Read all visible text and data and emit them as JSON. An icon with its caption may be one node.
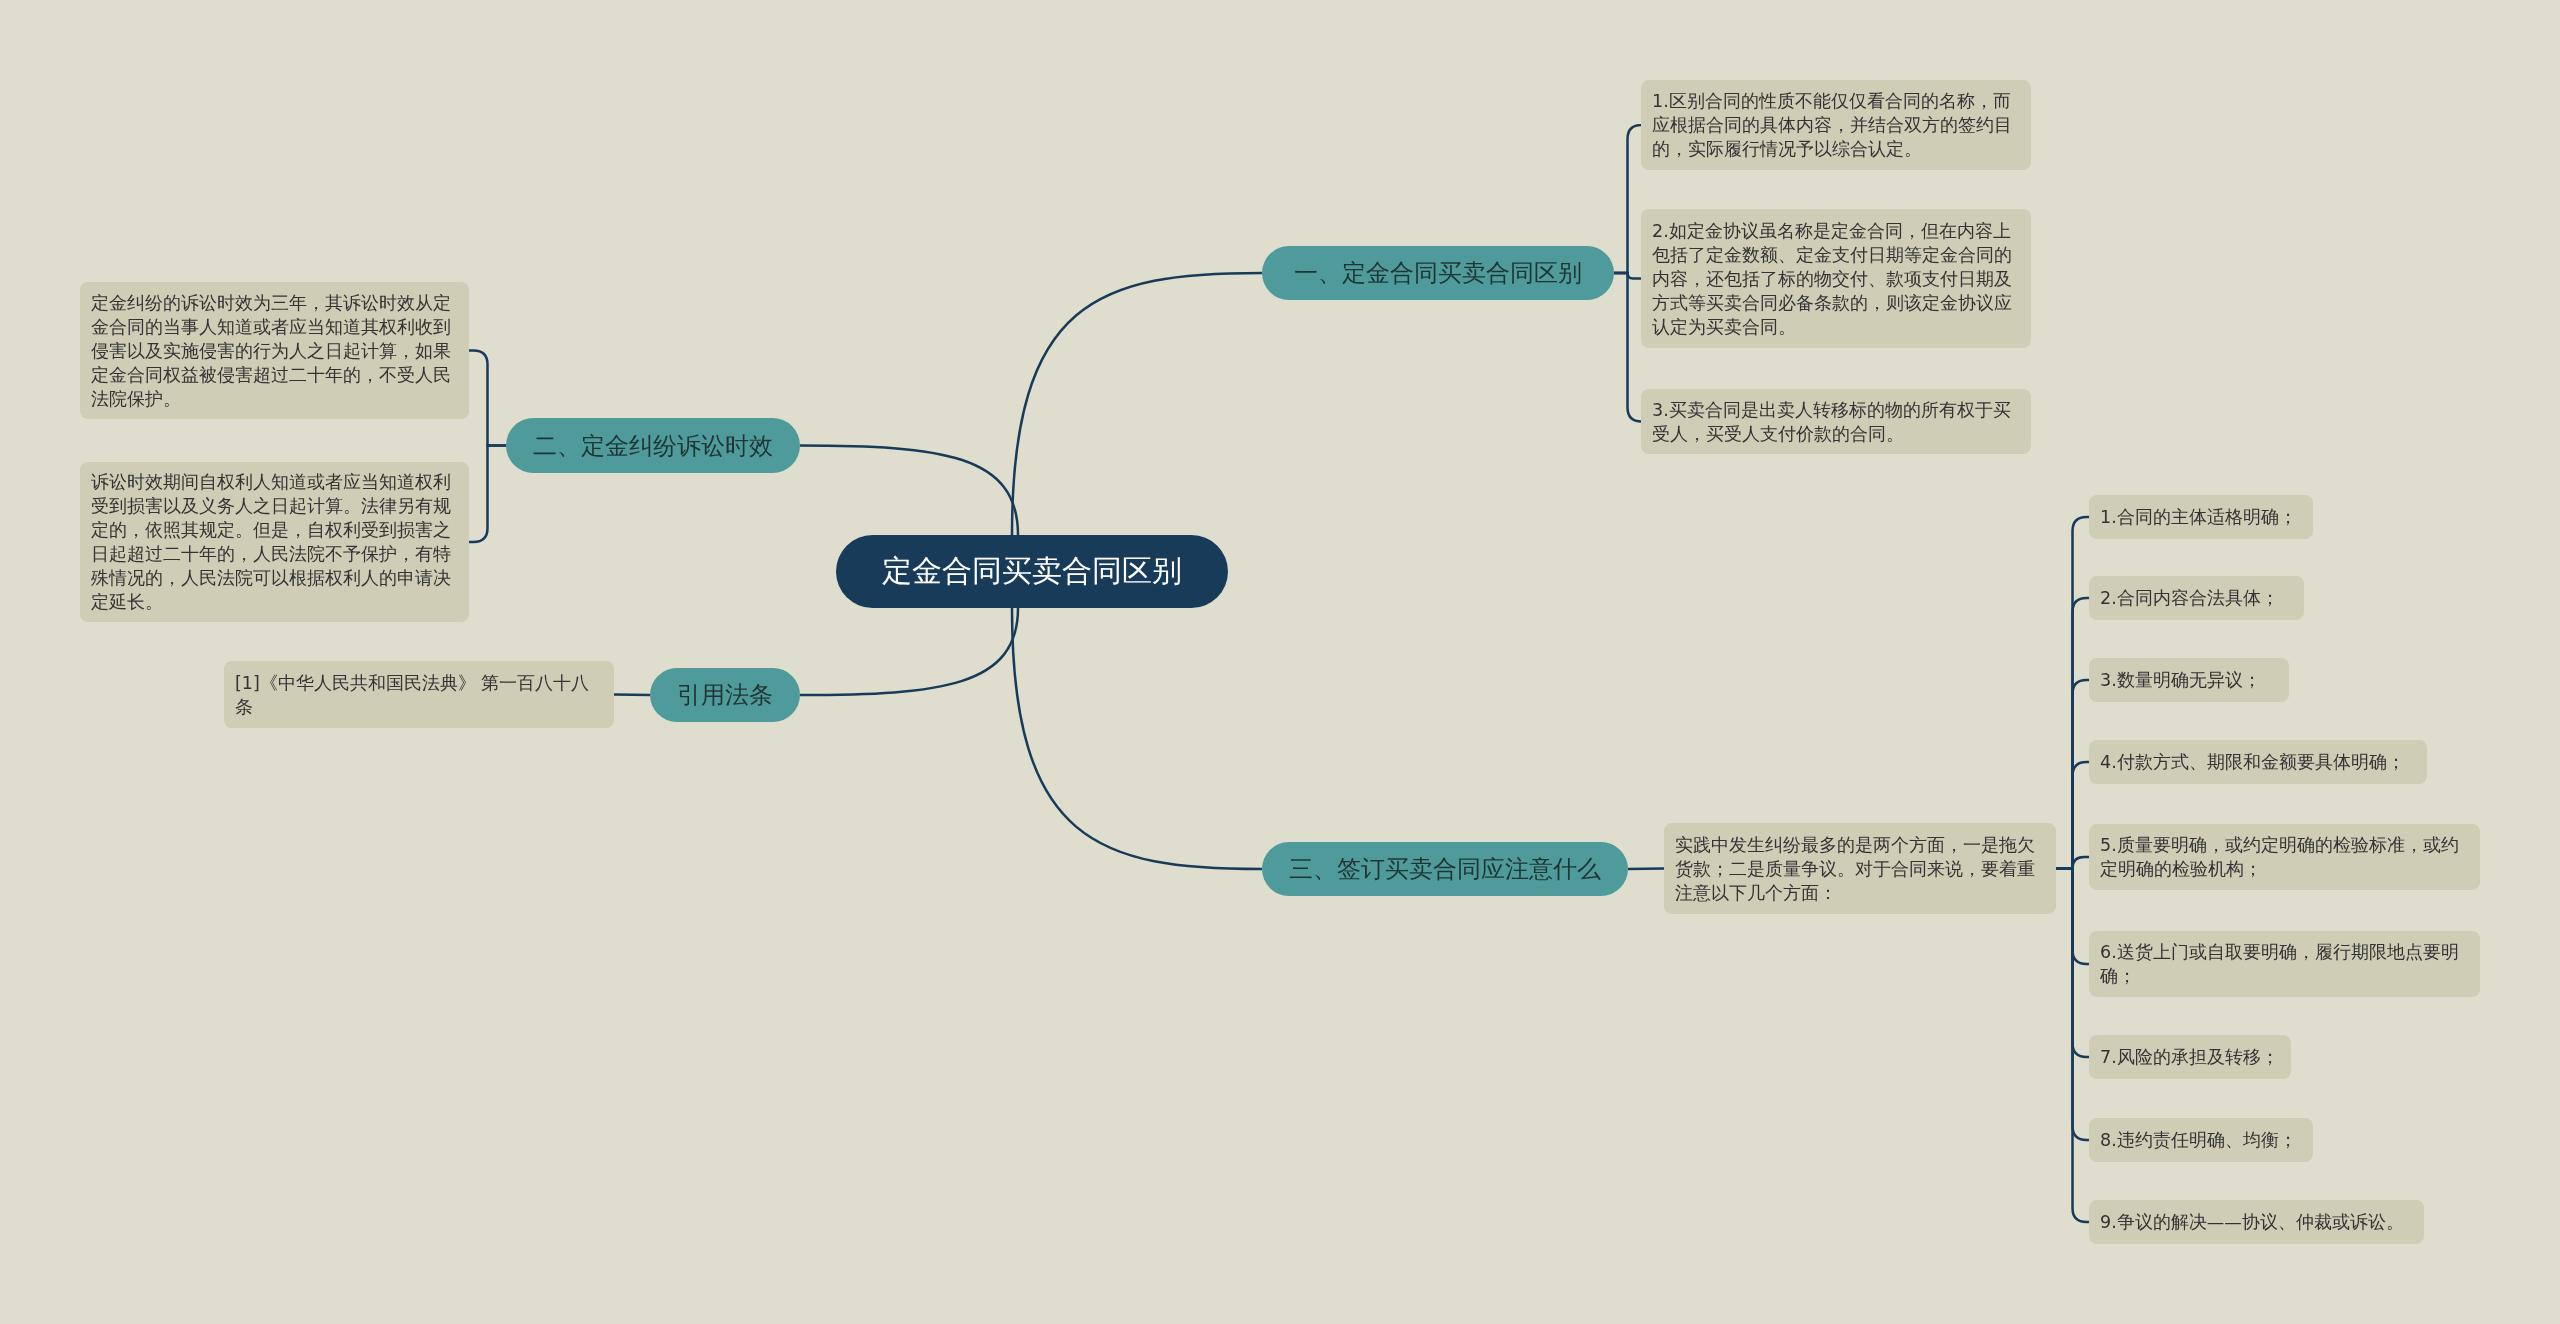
{
  "diagram": {
    "nodes": [
      {
        "text": [
          "定金合同买卖合同区别"
        ]
      },
      {
        "text": [
          "一、定金合同买卖合同区别"
        ]
      },
      {
        "text": [
          "1.区别合同的性质不能仅仅看合同的名称，而应根据合同的具体内容，并结合双方的签约目的，实际履行情况予以综合认定。"
        ]
      },
      {
        "text": [
          "2.如定金协议虽名称是定金合同，但在内容上包括了定金数额、定金支付日期等定金合同的内容，还包括了标的物交付、款项支付日期及方式等买卖合同必备条款的，则该定金协议应认定为买卖合同。"
        ]
      },
      {
        "text": [
          "3.买卖合同是出卖人转移标的物的所有权于买受人，买受人支付价款的合同。"
        ]
      },
      {
        "text": [
          "二、定金纠纷诉讼时效"
        ]
      },
      {
        "text": [
          "定金纠纷的诉讼时效为三年，其诉讼时效从定金合同的当事人知道或者应当知道其权利收到侵害以及实施侵害的行为人之日起计算，如果定金合同权益被侵害超过二十年的，不受人民法院保护。"
        ]
      },
      {
        "text": [
          "诉讼时效期间自权利人知道或者应当知道权利受到损害以及义务人之日起计算。法律另有规定的，依照其规定。但是，自权利受到损害之日起超过二十年的，人民法院不予保护，有特殊情况的，人民法院可以根据权利人的申请决定延长。"
        ]
      },
      {
        "text": [
          "引用法条"
        ]
      },
      {
        "text": [
          "[1]《中华人民共和国民法典》 第一百八十八条"
        ]
      },
      {
        "text": [
          "三、签订买卖合同应注意什么"
        ]
      },
      {
        "text": [
          "实践中发生纠纷最多的是两个方面，一是拖欠货款；二是质量争议。对于合同来说，要着重注意以下几个方面："
        ]
      },
      {
        "text": [
          "1.合同的主体适格明确；"
        ]
      },
      {
        "text": [
          "2.合同内容合法具体；"
        ]
      },
      {
        "text": [
          "3.数量明确无异议；"
        ]
      },
      {
        "text": [
          "4.付款方式、期限和金额要具体明确；"
        ]
      },
      {
        "text": [
          "5.质量要明确，或约定明确的检验标准，或约定明确的检验机构；"
        ]
      },
      {
        "text": [
          "6.送货上门或自取要明确，履行期限地点要明确；"
        ]
      },
      {
        "text": [
          "7.风险的承担及转移；"
        ]
      },
      {
        "text": [
          "8.违约责任明确、均衡；"
        ]
      },
      {
        "text": [
          "9.争议的解决——协议、仲裁或诉讼。"
        ]
      }
    ],
    "edges": [
      {
        "from": 0,
        "to": 1,
        "arrow": "none"
      },
      {
        "from": 1,
        "to": 2,
        "arrow": "none"
      },
      {
        "from": 1,
        "to": 3,
        "arrow": "none"
      },
      {
        "from": 1,
        "to": 4,
        "arrow": "none"
      },
      {
        "from": 0,
        "to": 5,
        "arrow": "none"
      },
      {
        "from": 5,
        "to": 6,
        "arrow": "none"
      },
      {
        "from": 5,
        "to": 7,
        "arrow": "none"
      },
      {
        "from": 0,
        "to": 8,
        "arrow": "none"
      },
      {
        "from": 8,
        "to": 9,
        "arrow": "none"
      },
      {
        "from": 0,
        "to": 10,
        "arrow": "none"
      },
      {
        "from": 10,
        "to": 11,
        "arrow": "none"
      },
      {
        "from": 11,
        "to": 12,
        "arrow": "none"
      },
      {
        "from": 11,
        "to": 13,
        "arrow": "none"
      },
      {
        "from": 11,
        "to": 14,
        "arrow": "none"
      },
      {
        "from": 11,
        "to": 15,
        "arrow": "none"
      },
      {
        "from": 11,
        "to": 16,
        "arrow": "none"
      },
      {
        "from": 11,
        "to": 17,
        "arrow": "none"
      },
      {
        "from": 11,
        "to": 18,
        "arrow": "none"
      },
      {
        "from": 11,
        "to": 19,
        "arrow": "none"
      },
      {
        "from": 11,
        "to": 20,
        "arrow": "none"
      }
    ]
  }
}
